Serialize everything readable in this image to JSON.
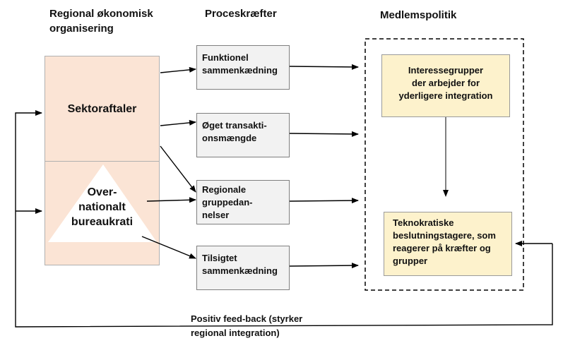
{
  "headers": {
    "regional": "Regional økonomisk organisering",
    "process": "Proceskræfter",
    "member": "Medlemspolitik"
  },
  "regional_box": {
    "sector": "Sektoraftaler",
    "supranational": [
      "Over-",
      "nationalt",
      "bureaukrati"
    ]
  },
  "process_forces": [
    [
      "Funktionel",
      "sammenkædning"
    ],
    [
      "Øget transakti-",
      "onsmængde"
    ],
    [
      "Regionale",
      "gruppedan-",
      "nelser"
    ],
    [
      "Tilsigtet",
      "sammenkædning"
    ]
  ],
  "member_policy": {
    "interest_groups": [
      "Interessegrupper",
      "der arbejder for",
      "yderligere integration"
    ],
    "technocrats": [
      "Teknokratiske",
      "beslutningstagere, som",
      "reagerer på kræfter og",
      "grupper"
    ]
  },
  "feedback": [
    "Positiv feed-back (styrker",
    "regional integration)"
  ],
  "colors": {
    "regional_fill": "#fbe4d5",
    "process_fill": "#f2f2f2",
    "member_fill": "#fdf2cc"
  }
}
